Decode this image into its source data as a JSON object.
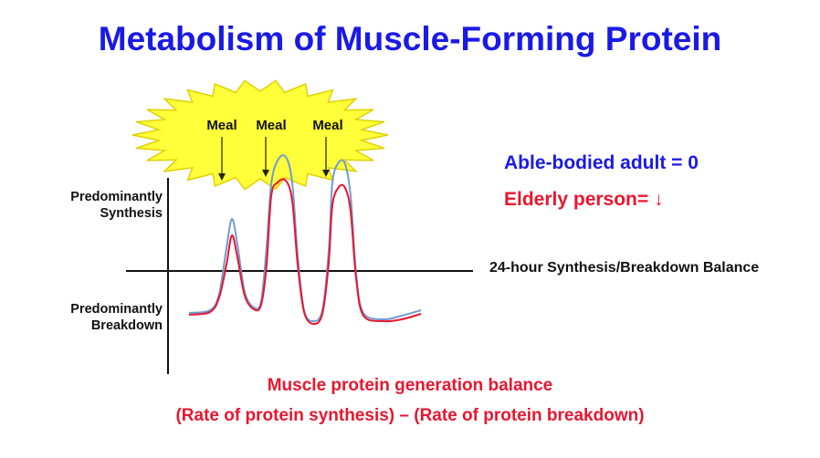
{
  "title": "Metabolism of Muscle-Forming Protein",
  "meal_labels": [
    "Meal",
    "Meal",
    "Meal"
  ],
  "y_axis": {
    "top_label": [
      "Predominantly",
      "Synthesis"
    ],
    "bottom_label": [
      "Predominantly",
      "Breakdown"
    ]
  },
  "x_axis_label": "24-hour Synthesis/Breakdown Balance",
  "legend": [
    {
      "label": "Able-bodied adult = 0",
      "color": "#1a1ae6"
    },
    {
      "label": "Elderly person= ↓",
      "color": "#e8162f"
    }
  ],
  "formula": {
    "line1": "Muscle protein generation balance",
    "line2": "(Rate of protein synthesis) – (Rate of protein breakdown)"
  },
  "colors": {
    "adult_curve": "#6f9bd1",
    "elderly_curve": "#e8162f",
    "burst_fill": "#ffff3a",
    "burst_stroke": "#e0d000"
  }
}
